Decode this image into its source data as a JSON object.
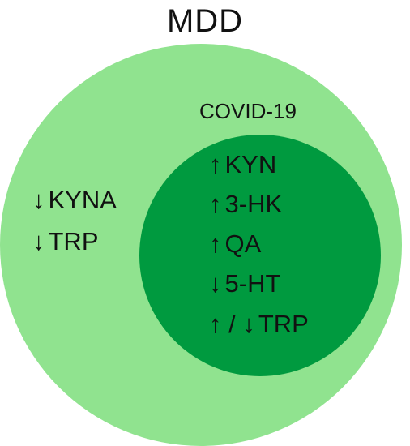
{
  "title": "MDD",
  "outer": {
    "color": "#90e38f",
    "markers": [
      {
        "arrow": "↓",
        "label": "KYNA"
      },
      {
        "arrow": "↓",
        "label": "TRP"
      }
    ]
  },
  "inner": {
    "label": "COVID-19",
    "color": "#009a3f",
    "markers": [
      {
        "arrow": "↑",
        "label": "KYN"
      },
      {
        "arrow": "↑",
        "label": "3-HK"
      },
      {
        "arrow": "↑",
        "label": "QA"
      },
      {
        "arrow": "↓",
        "label": "5-HT"
      },
      {
        "arrow": "↑ / ↓",
        "label": "TRP"
      }
    ]
  }
}
